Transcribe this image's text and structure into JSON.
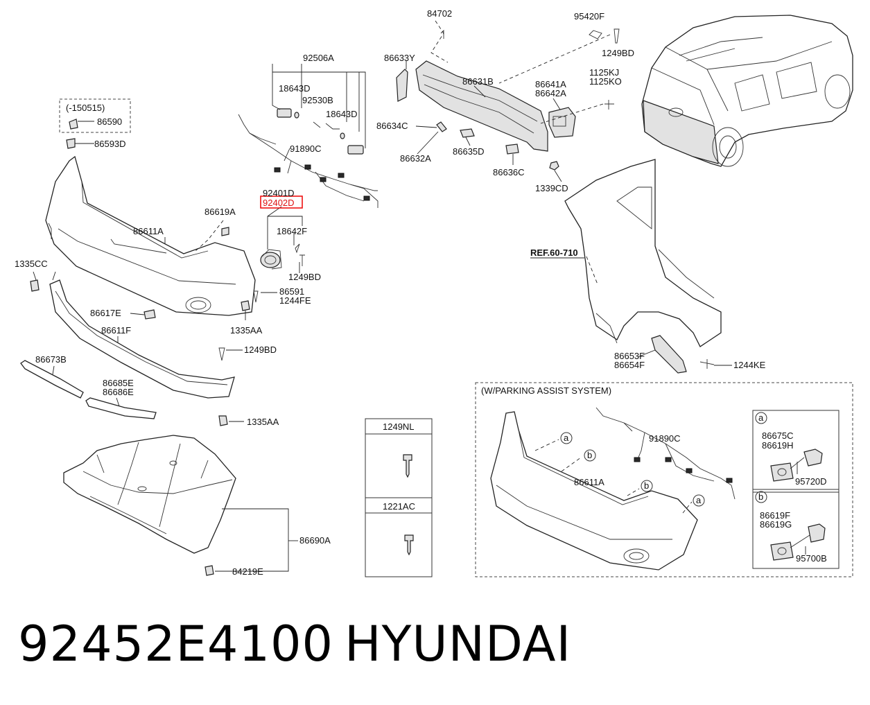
{
  "diagram": {
    "labels": {
      "l84702": "84702",
      "l95420F": "95420F",
      "l1249BD_top": "1249BD",
      "l92506A": "92506A",
      "l86633Y": "86633Y",
      "l86631B": "86631B",
      "l1125KJ": "1125KJ",
      "l1125KO": "1125KO",
      "l86641A": "86641A",
      "l86642A": "86642A",
      "l18643D_a": "18643D",
      "l92530B": "92530B",
      "l18643D_b": "18643D",
      "l86634C": "86634C",
      "l86635D": "86635D",
      "l86632A": "86632A",
      "l86636C": "86636C",
      "l1339CD": "1339CD",
      "l91890C_top": "91890C",
      "lrange": "(-150515)",
      "l86590": "86590",
      "l86593D": "86593D",
      "l92401D": "92401D",
      "l92402D": "92402D",
      "l86619A": "86619A",
      "l18642F": "18642F",
      "l86611A_top": "86611A",
      "l1335CC": "1335CC",
      "l1249BD_mid": "1249BD",
      "l86591": "86591",
      "l1244FE": "1244FE",
      "l86617E": "86617E",
      "l1335AA_a": "1335AA",
      "l86611F": "86611F",
      "l1249BD_low": "1249BD",
      "l86673B": "86673B",
      "l86685E": "86685E",
      "l86686E": "86686E",
      "l1335AA_b": "1335AA",
      "lref": "REF.60-710",
      "l86653F": "86653F",
      "l86654F": "86654F",
      "l1244KE": "1244KE",
      "lparking": "(W/PARKING ASSIST SYSTEM)",
      "l91890C_pas": "91890C",
      "l86611A_pas": "86611A",
      "l1249NL": "1249NL",
      "l1221AC": "1221AC",
      "l86690A": "86690A",
      "l84219E": "84219E",
      "l86675C": "86675C",
      "l86619H": "86619H",
      "l95720D": "95720D",
      "l86619F": "86619F",
      "l86619G": "86619G",
      "l95700B": "95700B",
      "ca1": "a",
      "cb1": "b",
      "cb2": "b",
      "ca2": "a",
      "cta": "a",
      "ctb": "b"
    }
  },
  "caption": {
    "part_number": "92452E4100",
    "brand": "HYUNDAI"
  }
}
